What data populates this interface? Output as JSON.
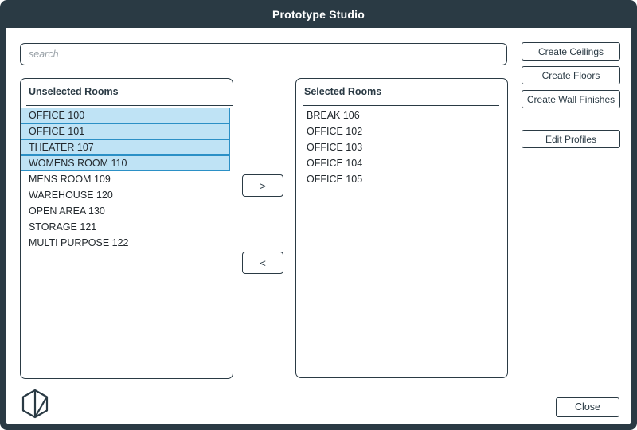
{
  "window": {
    "title": "Prototype Studio",
    "frame_color": "#2a3a44",
    "accent_color": "#2b90c6",
    "highlight_color": "#bfe3f5"
  },
  "search": {
    "value": "",
    "placeholder": "search"
  },
  "unselected_panel": {
    "title": "Unselected Rooms",
    "items": [
      {
        "label": "OFFICE 100",
        "selected": true
      },
      {
        "label": "OFFICE 101",
        "selected": true
      },
      {
        "label": "THEATER 107",
        "selected": true
      },
      {
        "label": "WOMENS ROOM 110",
        "selected": true
      },
      {
        "label": "MENS ROOM 109",
        "selected": false
      },
      {
        "label": "WAREHOUSE 120",
        "selected": false
      },
      {
        "label": "OPEN AREA 130",
        "selected": false
      },
      {
        "label": "STORAGE 121",
        "selected": false
      },
      {
        "label": "MULTI PURPOSE 122",
        "selected": false
      }
    ]
  },
  "selected_panel": {
    "title": "Selected Rooms",
    "items": [
      {
        "label": "BREAK 106",
        "selected": false
      },
      {
        "label": "OFFICE 102",
        "selected": false
      },
      {
        "label": "OFFICE 103",
        "selected": false
      },
      {
        "label": "OFFICE 104",
        "selected": false
      },
      {
        "label": "OFFICE 105",
        "selected": false
      }
    ]
  },
  "transfer": {
    "move_right_label": ">",
    "move_left_label": "<"
  },
  "actions": {
    "buttons": [
      {
        "label": "Create Ceilings"
      },
      {
        "label": "Create Floors"
      },
      {
        "label": "Create Wall Finishes"
      },
      {
        "label": "Edit Profiles"
      }
    ]
  },
  "footer": {
    "logo_icon": "hexagon-cube-icon",
    "close_label": "Close"
  }
}
